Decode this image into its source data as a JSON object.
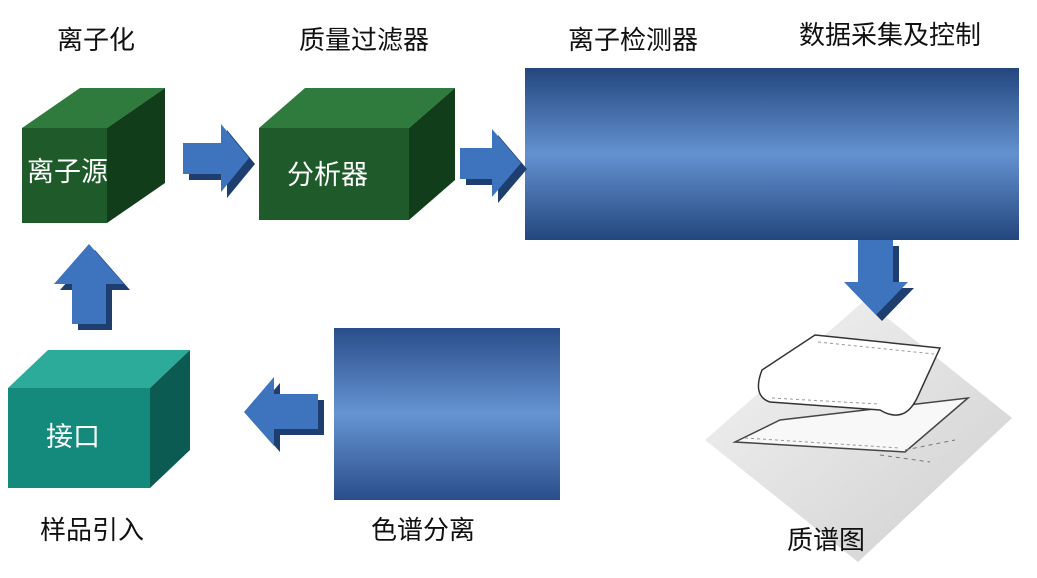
{
  "stages": {
    "ionization": "离子化",
    "mass_filter": "质量过滤器",
    "ion_detector": "离子检测器",
    "data_acquisition": "数据采集及控制",
    "sample_intro": "样品引入",
    "chromatography": "色谱分离",
    "mass_spectrum": "质谱图"
  },
  "boxes": {
    "ion_source": "离子源",
    "analyzer": "分析器",
    "interface": "接口"
  },
  "colors": {
    "dark_green": "#1f5a2a",
    "teal": "#138a7c",
    "blue": "#3e6fb8",
    "arrow": "#3d74bd"
  }
}
